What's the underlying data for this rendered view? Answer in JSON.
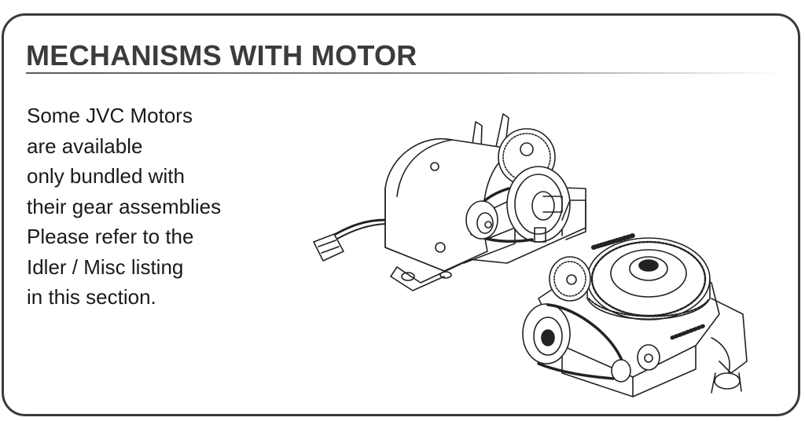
{
  "section": {
    "title": "MECHANISMS WITH MOTOR",
    "body_lines": [
      "Some JVC Motors",
      "are available",
      "only bundled with",
      "their gear assemblies",
      "Please refer to the",
      "Idler / Misc listing",
      "in this section."
    ]
  },
  "colors": {
    "border": "#3a3a3a",
    "title": "#3b3b3b",
    "text": "#1a1a1a",
    "line_art": "#222222"
  }
}
